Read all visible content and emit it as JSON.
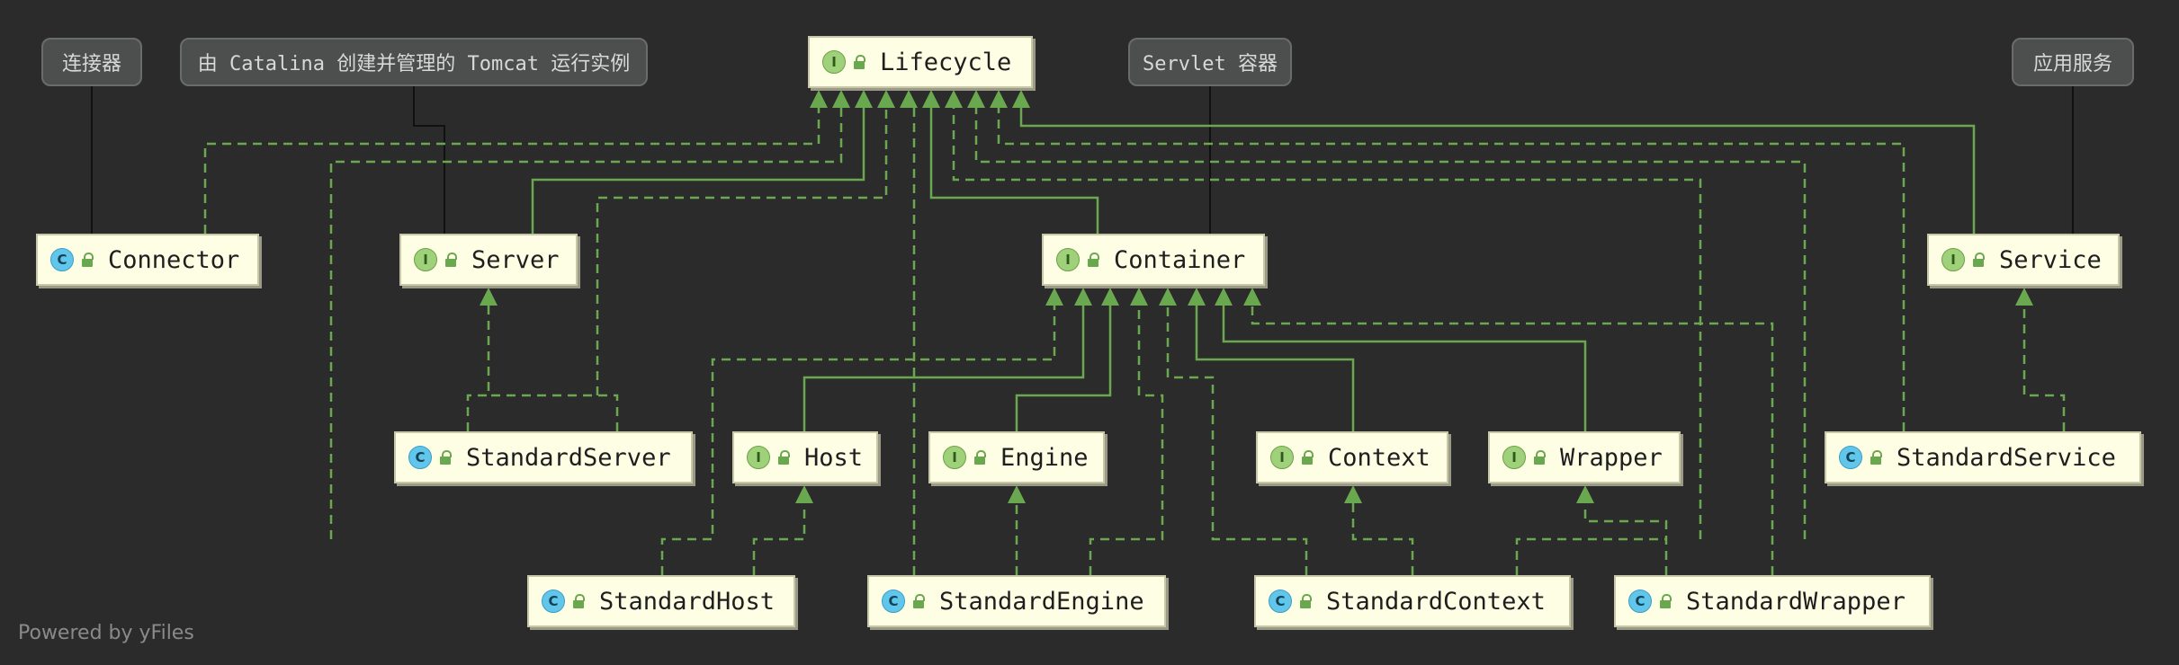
{
  "colors": {
    "background": "#2b2b2b",
    "node_fill": "#fefee4",
    "edge": "#6aa84f",
    "note_fill": "#4d4f4f",
    "note_link": "#111111"
  },
  "notes": {
    "connector": "连接器",
    "catalina": "由 Catalina 创建并管理的 Tomcat 运行实例",
    "servlet": "Servlet 容器",
    "service": "应用服务"
  },
  "nodes": {
    "lifecycle": {
      "label": "Lifecycle",
      "kind": "interface",
      "badge": "I"
    },
    "connector": {
      "label": "Connector",
      "kind": "class",
      "badge": "C"
    },
    "server": {
      "label": "Server",
      "kind": "interface",
      "badge": "I"
    },
    "container": {
      "label": "Container",
      "kind": "interface",
      "badge": "I"
    },
    "service": {
      "label": "Service",
      "kind": "interface",
      "badge": "I"
    },
    "standard_server": {
      "label": "StandardServer",
      "kind": "class",
      "badge": "C"
    },
    "host": {
      "label": "Host",
      "kind": "interface",
      "badge": "I"
    },
    "engine": {
      "label": "Engine",
      "kind": "interface",
      "badge": "I"
    },
    "context": {
      "label": "Context",
      "kind": "interface",
      "badge": "I"
    },
    "wrapper": {
      "label": "Wrapper",
      "kind": "interface",
      "badge": "I"
    },
    "standard_service": {
      "label": "StandardService",
      "kind": "class",
      "badge": "C"
    },
    "standard_host": {
      "label": "StandardHost",
      "kind": "class",
      "badge": "C"
    },
    "standard_engine": {
      "label": "StandardEngine",
      "kind": "class",
      "badge": "C"
    },
    "standard_context": {
      "label": "StandardContext",
      "kind": "class",
      "badge": "C"
    },
    "standard_wrapper": {
      "label": "StandardWrapper",
      "kind": "class",
      "badge": "C"
    }
  },
  "watermark": "Powered by yFiles"
}
